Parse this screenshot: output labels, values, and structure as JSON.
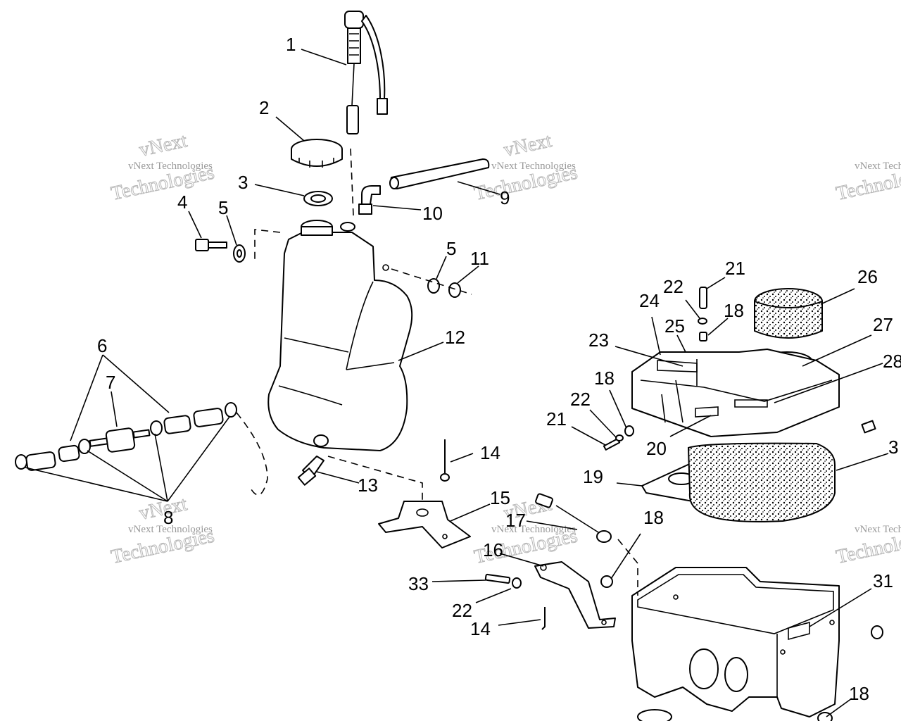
{
  "callouts": {
    "c1": "1",
    "c2": "2",
    "c3": "3",
    "c4": "4",
    "c5a": "5",
    "c5b": "5",
    "c6": "6",
    "c7": "7",
    "c8": "8",
    "c9": "9",
    "c10": "10",
    "c11": "11",
    "c12": "12",
    "c13": "13",
    "c14a": "14",
    "c14b": "14",
    "c15": "15",
    "c16": "16",
    "c17": "17",
    "c18a": "18",
    "c18b": "18",
    "c18c": "18",
    "c18d": "18",
    "c19": "19",
    "c20": "20",
    "c21a": "21",
    "c21b": "21",
    "c22a": "22",
    "c22b": "22",
    "c22c": "22",
    "c23": "23",
    "c24": "24",
    "c25": "25",
    "c26": "26",
    "c27": "27",
    "c28": "28",
    "c31": "31",
    "c33": "33",
    "c3b": "3"
  },
  "watermark": {
    "brand_top": "vNext",
    "company": "vNext Technologies",
    "word": "Technologies"
  },
  "colors": {
    "ink": "#000000",
    "watermark": "#9a9a9a",
    "paper": "#ffffff"
  }
}
